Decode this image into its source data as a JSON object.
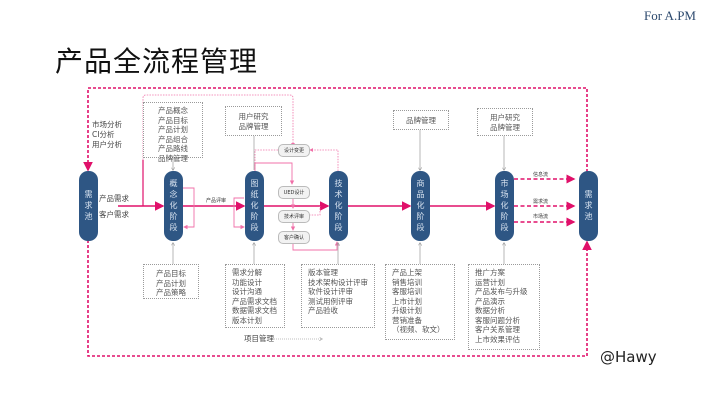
{
  "header": {
    "title": "产品全流程管理",
    "tag": "For A.PM",
    "signature": "@Hawy"
  },
  "colors": {
    "stage_fill": "#2e5684",
    "flow_line": "#e0106a",
    "feedback_line": "#f070a8",
    "box_border": "#9a9a9a"
  },
  "stages": [
    {
      "id": "demand-pool-start",
      "label": "需求池"
    },
    {
      "id": "concept",
      "label": "概念化阶段"
    },
    {
      "id": "blueprint",
      "label": "图纸化阶段"
    },
    {
      "id": "technical",
      "label": "技术化阶段"
    },
    {
      "id": "commercial",
      "label": "商品化阶段"
    },
    {
      "id": "market",
      "label": "市场化阶段"
    },
    {
      "id": "demand-pool-end",
      "label": "需求池"
    }
  ],
  "inputs": {
    "analysis": [
      "市场分析",
      "CI分析",
      "用户分析"
    ],
    "demands": [
      "产品需求",
      "客户需求"
    ]
  },
  "top_boxes": {
    "concept": [
      "产品概念",
      "产品目标",
      "产品计划",
      "产品组合",
      "产品路线",
      "品牌管理"
    ],
    "blueprint": [
      "用户研究",
      "品牌管理"
    ],
    "commercial": [
      "品牌管理"
    ],
    "market": [
      "用户研究",
      "品牌管理"
    ]
  },
  "bottom_boxes": {
    "concept": [
      "产品目标",
      "产品计划",
      "产品策略"
    ],
    "blueprint": [
      "需求分解",
      "功能设计",
      "设计沟通",
      "产品需求文档",
      "数据需求文档",
      "版本计划"
    ],
    "technical": [
      "版本管理",
      "技术架构设计评审",
      "软件设计评审",
      "测试用例评审",
      "产品验收"
    ],
    "commercial": [
      "产品上架",
      "销售培训",
      "客服培训",
      "上市计划",
      "升级计划",
      "营销准备",
      "（视频、软文）"
    ],
    "market": [
      "推广方案",
      "运营计划",
      "产品发布与升级",
      "产品演示",
      "数据分析",
      "客服问题分析",
      "客户关系管理",
      "上市效果评估"
    ]
  },
  "design_nodes": [
    "设计变更",
    "UED设计",
    "技术评审",
    "客户确认"
  ],
  "edge_labels": {
    "product_review": "产品评审",
    "project_management": "项目管理"
  },
  "feedback_flows": [
    "信息流",
    "需求流",
    "市场流"
  ]
}
